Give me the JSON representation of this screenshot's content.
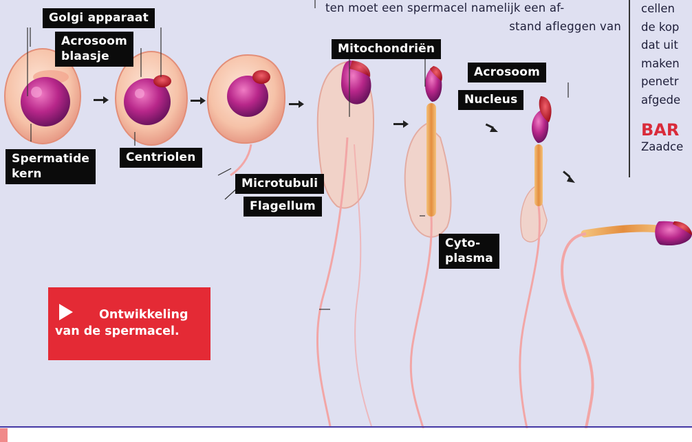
{
  "intro_text": {
    "line1": "ten moet een spermacel namelijk een af-",
    "line2": "stand afleggen van"
  },
  "right_column": {
    "lines": [
      "cellen",
      "de kop",
      "dat uit",
      "maken",
      "penetr",
      "afgede"
    ],
    "heading": "BAR",
    "subtext": "Zaadce"
  },
  "labels": {
    "golgi": "Golgi apparaat",
    "acrosoom_blaasje": "Acrosoom\nblaasje",
    "spermatide_kern": "Spermatide\nkern",
    "centriolen": "Centriolen",
    "microtubuli": "Microtubuli",
    "flagellum": "Flagellum",
    "mitochondrien": "Mitochondriën",
    "acrosoom": "Acrosoom",
    "nucleus": "Nucleus",
    "cytoplasma": "Cyto-\nplasma"
  },
  "caption": "Ontwikkeling\nvan de spermacel.",
  "colors": {
    "background": "#dfe0f1",
    "caption_box": "#e42a35",
    "heading": "#d92b3a",
    "label_bg": "#0b0b0b",
    "cell_fill": "#f7cdb7",
    "nucleus": "#b0287a",
    "acrosome": "#c81d2f",
    "tail": "#f2a6a6",
    "midpiece": "#e8a05a"
  }
}
